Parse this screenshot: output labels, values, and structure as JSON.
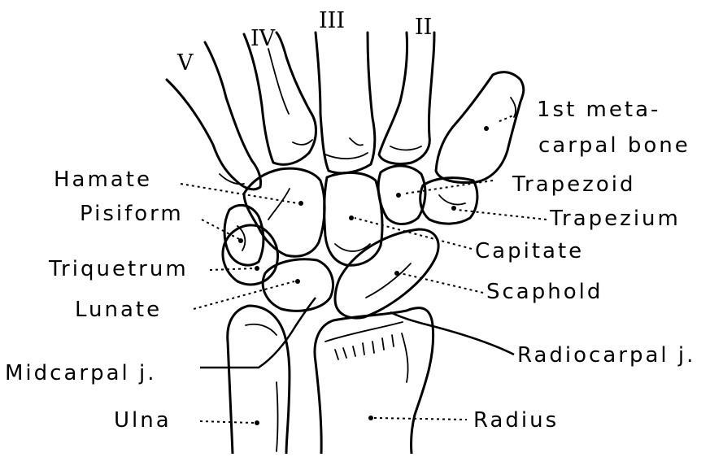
{
  "roman": {
    "v": "V",
    "iv": "IV",
    "iii": "III",
    "ii": "II"
  },
  "labels": {
    "first_meta_a": "1st meta-",
    "first_meta_b": "carpal bone",
    "hamate": "Hamate",
    "trapezoid": "Trapezoid",
    "pisiform": "Pisiform",
    "trapezium": "Trapezium",
    "capitate": "Capitate",
    "triquetrum": "Triquetrum",
    "scaphoid": "Scaphold",
    "lunate": "Lunate",
    "midcarpal": "Midcarpal  j.",
    "radiocarpal": "Radiocarpal j.",
    "ulna": "Ulna",
    "radius": "Radius"
  }
}
